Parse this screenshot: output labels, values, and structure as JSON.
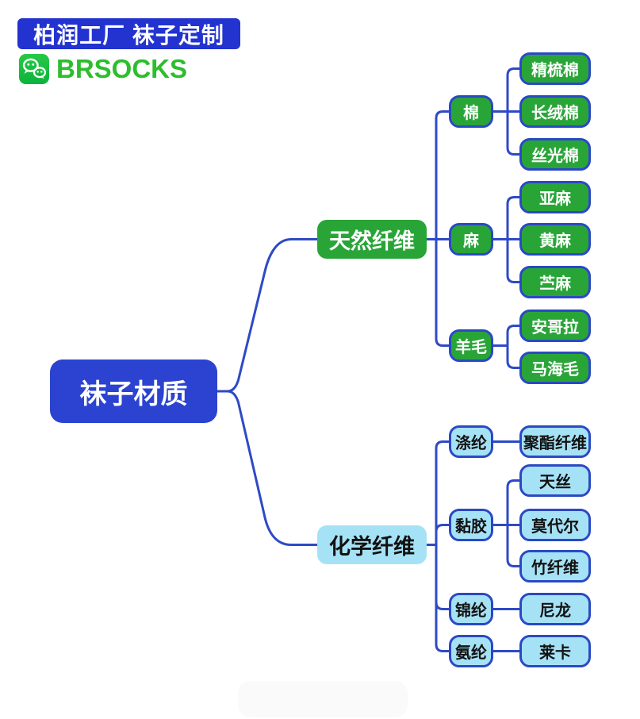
{
  "header": {
    "banner_title": "柏润工厂 袜子定制",
    "brand_name": "BRSOCKS",
    "brand_icon": "wechat-icon"
  },
  "colors": {
    "banner_blue": "#2233cf",
    "root_blue": "#2b43d0",
    "connector_blue": "#2e4ac5",
    "node_green": "#29a538",
    "node_light_blue": "#a6e2f6",
    "node_border_blue": "#2a49c5",
    "brand_green": "#2cbe2d",
    "wechat_green": "#12bf45"
  },
  "mindmap": {
    "root": {
      "label": "袜子材质"
    },
    "branches": [
      {
        "label": "天然纤维",
        "children": [
          {
            "label": "棉",
            "children": [
              {
                "label": "精梳棉"
              },
              {
                "label": "长绒棉"
              },
              {
                "label": "丝光棉"
              }
            ]
          },
          {
            "label": "麻",
            "children": [
              {
                "label": "亚麻"
              },
              {
                "label": "黄麻"
              },
              {
                "label": "苎麻"
              }
            ]
          },
          {
            "label": "羊毛",
            "children": [
              {
                "label": "安哥拉"
              },
              {
                "label": "马海毛"
              }
            ]
          }
        ]
      },
      {
        "label": "化学纤维",
        "children": [
          {
            "label": "涤纶",
            "children": [
              {
                "label": "聚酯纤维"
              }
            ]
          },
          {
            "label": "黏胶",
            "children": [
              {
                "label": "天丝"
              },
              {
                "label": "莫代尔"
              },
              {
                "label": "竹纤维"
              }
            ]
          },
          {
            "label": "锦纶",
            "children": [
              {
                "label": "尼龙"
              }
            ]
          },
          {
            "label": "氨纶",
            "children": [
              {
                "label": "莱卡"
              }
            ]
          }
        ]
      }
    ]
  }
}
